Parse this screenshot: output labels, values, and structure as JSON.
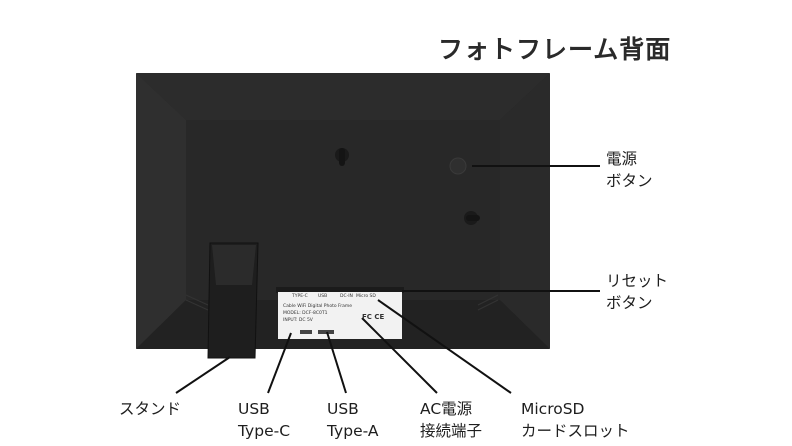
{
  "title": "フォトフレーム背面",
  "callouts": {
    "power_button": [
      "電源",
      "ボタン"
    ],
    "reset_button": [
      "リセット",
      "ボタン"
    ],
    "stand": [
      "スタンド"
    ],
    "usb_type_c": [
      "USB",
      "Type-C"
    ],
    "usb_type_a": [
      "USB",
      "Type-A"
    ],
    "ac_power": [
      "AC電源",
      "接続端子"
    ],
    "microsd": [
      "MicroSD",
      "カードスロット"
    ]
  },
  "sticker": {
    "port_labels": [
      "TYPE-C",
      "USB",
      "DC-IN",
      "Micro SD"
    ],
    "lines": [
      "Cable WiFi Digital Photo Frame",
      "MODEL: DCF-8C0T1",
      "INPUT: DC 5V"
    ],
    "cert_marks": "FC CE"
  },
  "colors": {
    "frame": "#262626",
    "frame_edge": "#1a1a1a",
    "sticker": "#f2f2f2",
    "leader_line": "#111111"
  }
}
